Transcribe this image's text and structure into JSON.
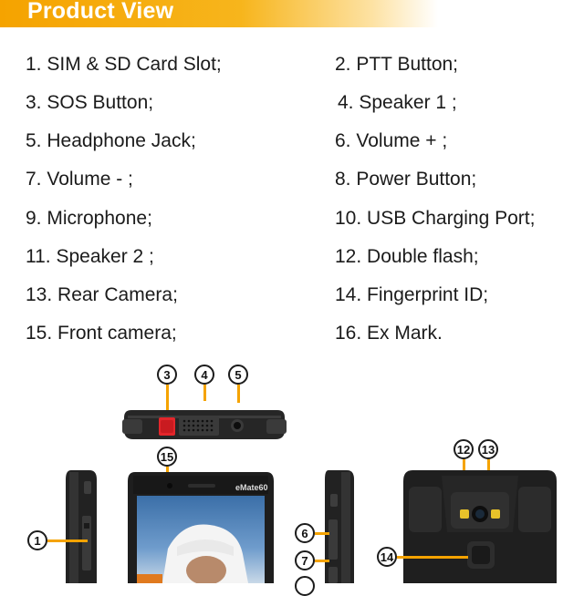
{
  "banner": {
    "title": "Product View"
  },
  "features": [
    "1. SIM & SD Card Slot;",
    "2. PTT Button;",
    "3. SOS Button;",
    "4. Speaker 1 ;",
    "5. Headphone Jack;",
    "6. Volume + ;",
    "7. Volume - ;",
    "8. Power Button;",
    "9. Microphone;",
    "10. USB Charging Port;",
    "11. Speaker 2 ;",
    "12. Double flash;",
    "13. Rear Camera;",
    "14. Fingerprint ID;",
    "15. Front camera;",
    "16. Ex Mark."
  ],
  "device": {
    "brand": "eMate60"
  },
  "callouts": {
    "c1": "1",
    "c3": "3",
    "c4": "4",
    "c5": "5",
    "c6": "6",
    "c7": "7",
    "c12": "12",
    "c13": "13",
    "c14": "14",
    "c15": "15"
  },
  "colors": {
    "accent": "#f5a300",
    "device_body": "#1f1f1f",
    "sos_key": "#e3262b"
  }
}
